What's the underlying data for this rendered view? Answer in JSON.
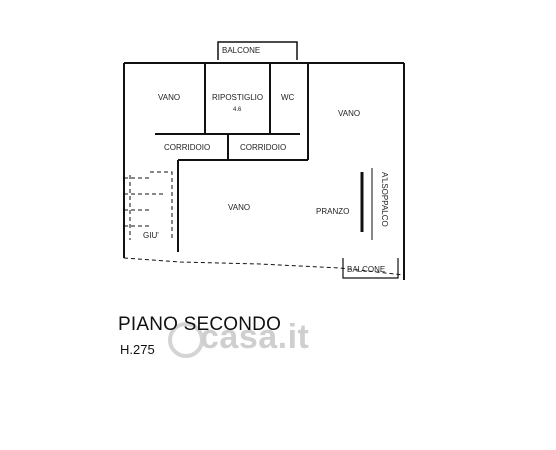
{
  "plan": {
    "rooms": {
      "vano_top_left": "VANO",
      "ripostiglio": "RIPOSTIGLIO",
      "ripostiglio_sub": "4.6",
      "wc": "WC",
      "vano_right": "VANO",
      "corridoio_left": "CORRIDOIO",
      "corridoio_right": "CORRIDOIO",
      "vano_center": "VANO",
      "pranzo": "PRANZO",
      "giu": "GIU'",
      "altro_vertical": "A'LSOPPALCO"
    },
    "balcone_top": "BALCONE",
    "balcone_bottom": "BALCONE"
  },
  "title": "PIANO SECONDO",
  "height_label": "H.275",
  "watermark": "casa.it"
}
